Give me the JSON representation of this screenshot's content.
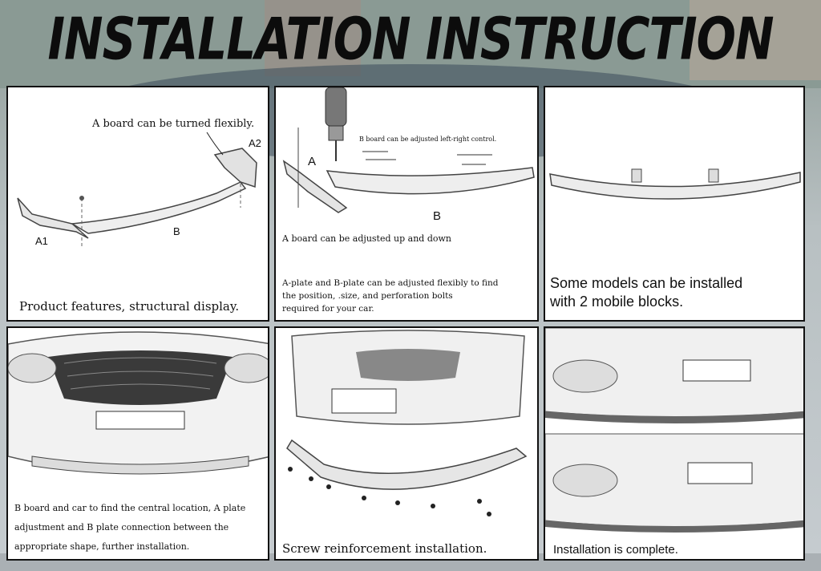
{
  "title": "INSTALLATION INSTRUCTION",
  "panels": {
    "p1": {
      "note": "A board can be turned flexibly.",
      "label_a2": "A2",
      "label_a1": "A1",
      "label_b": "B",
      "caption": "Product features, structural display."
    },
    "p2": {
      "note": "B board can be adjusted left-right control.",
      "label_a": "A",
      "label_b": "B",
      "note2": "A board can be adjusted up and down",
      "caption_line1": "A-plate and B-plate can be adjusted flexibly to find",
      "caption_line2": "the position, .size, and perforation bolts",
      "caption_line3": "required for your car."
    },
    "p3": {
      "caption_line1": "Some models can be installed",
      "caption_line2": "with 2 mobile blocks."
    },
    "p4": {
      "caption_line1": "B board and car to find the central location, A plate",
      "caption_line2": "adjustment and B plate connection between the",
      "caption_line3": "appropriate shape, further installation."
    },
    "p5": {
      "caption": "Screw reinforcement installation."
    },
    "p6": {
      "caption": "Installation is complete."
    }
  },
  "colors": {
    "ink": "#111111",
    "panel_bg": "#ffffff",
    "sketch": "#555555"
  }
}
